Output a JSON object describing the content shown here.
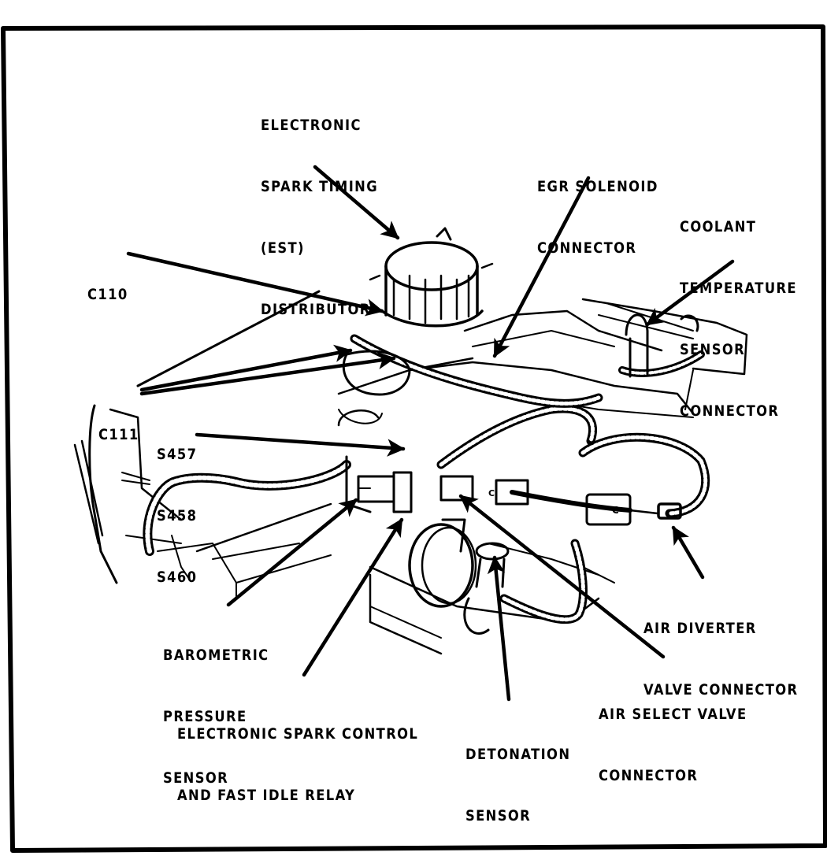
{
  "diagram": {
    "title": "Engine component and connector locations",
    "ink_color": "#000000",
    "background_color": "#ffffff",
    "labels": [
      {
        "id": "est-distributor",
        "lines": [
          "ELECTRONIC",
          "SPARK TIMING",
          "(EST)",
          "DISTRIBUTOR"
        ]
      },
      {
        "id": "egr-solenoid-connector",
        "lines": [
          "EGR SOLENOID",
          "CONNECTOR"
        ]
      },
      {
        "id": "coolant-temp-sensor-connector",
        "lines": [
          "COOLANT",
          "TEMPERATURE",
          "SENSOR",
          "CONNECTOR"
        ]
      },
      {
        "id": "c110",
        "lines": [
          "C110"
        ]
      },
      {
        "id": "c111",
        "lines": [
          "C111"
        ]
      },
      {
        "id": "splices",
        "lines": [
          "S457",
          "S458",
          "S460"
        ]
      },
      {
        "id": "barometric-pressure-sensor",
        "lines": [
          "BAROMETRIC",
          "PRESSURE",
          "SENSOR"
        ]
      },
      {
        "id": "esc-fast-idle-relay",
        "lines": [
          "ELECTRONIC SPARK CONTROL",
          "AND FAST IDLE RELAY"
        ]
      },
      {
        "id": "detonation-sensor",
        "lines": [
          "DETONATION",
          "SENSOR"
        ]
      },
      {
        "id": "air-select-valve-connector",
        "lines": [
          "AIR SELECT VALVE",
          "CONNECTOR"
        ]
      },
      {
        "id": "air-diverter-valve-connector",
        "lines": [
          "AIR DIVERTER",
          "VALVE CONNECTOR"
        ]
      }
    ],
    "component_marks": {
      "air_valve_connector_glyph": "C"
    }
  }
}
